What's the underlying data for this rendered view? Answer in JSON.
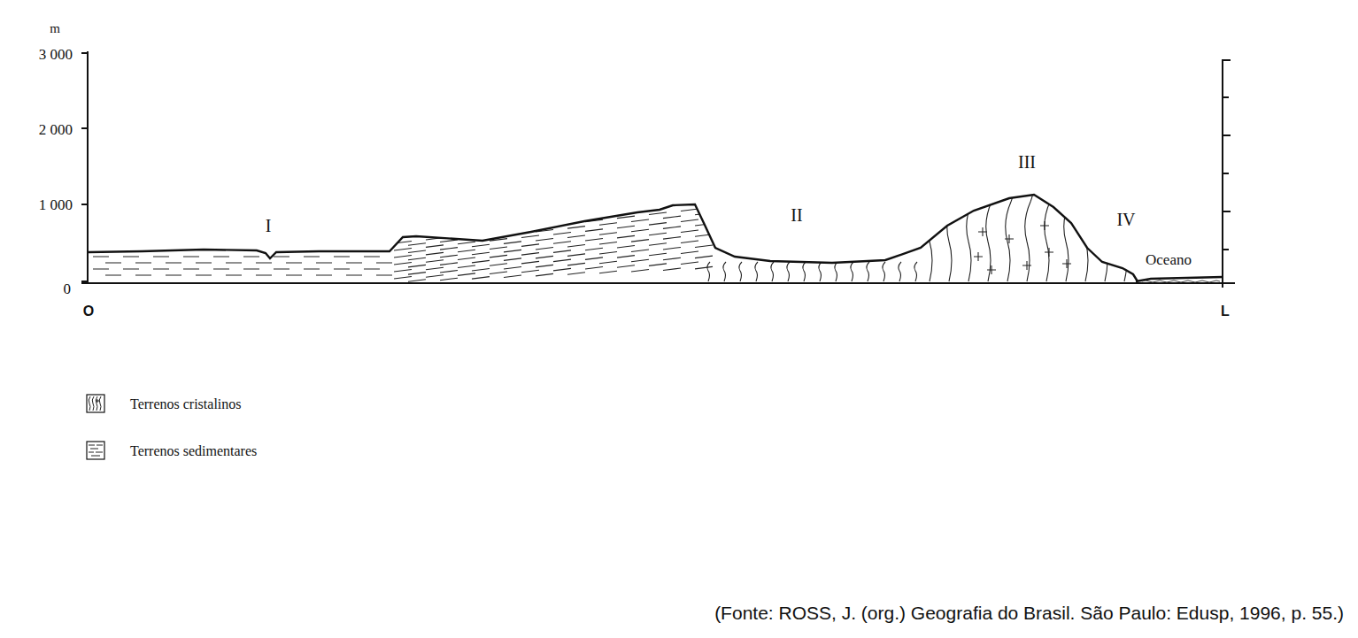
{
  "diagram": {
    "caption": "(Fonte: ROSS, J. (org.) Geografia do Brasil. São Paulo: Edusp, 1996, p. 55.)",
    "labels": [
      "m",
      "3 000",
      "2 000",
      "1 000",
      "0",
      "I",
      "II",
      "III",
      "IV",
      "Oceano",
      "O",
      "L"
    ],
    "legend": [
      {
        "text": "Terrenos cristalinos"
      },
      {
        "text": "Terrenos sedimentares"
      }
    ]
  }
}
